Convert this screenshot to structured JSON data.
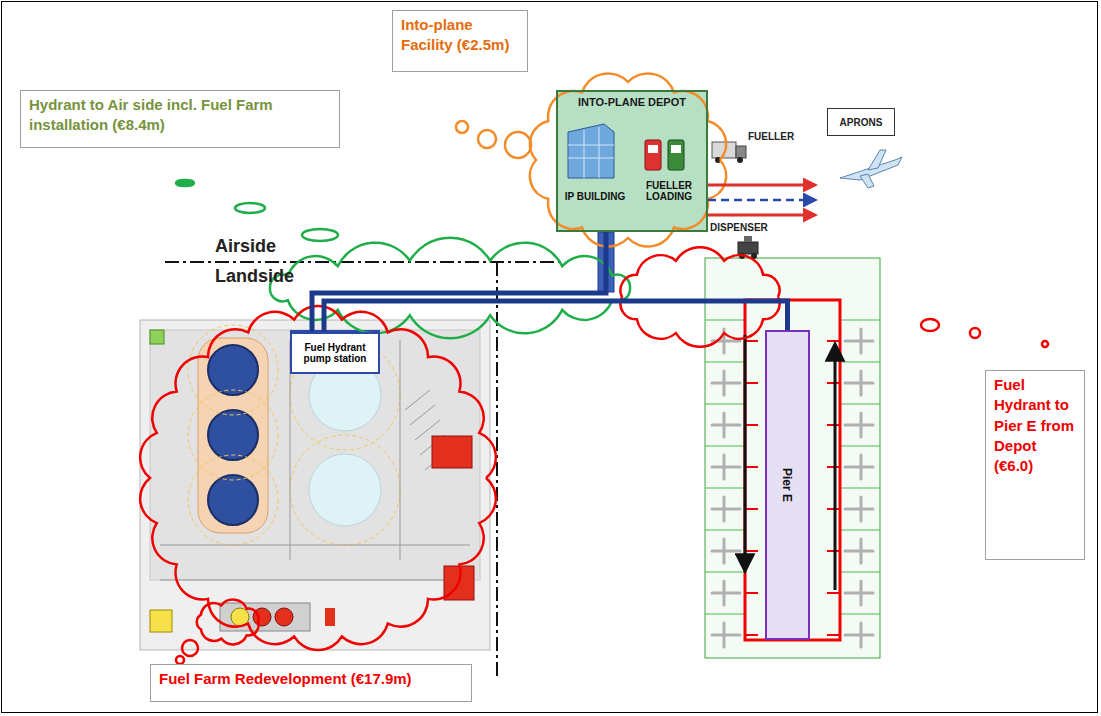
{
  "diagram": {
    "nodes": [
      {
        "text": [
          "Hydrant to Air side incl. Fuel Farm installation (€8.4m)"
        ]
      },
      {
        "text": [
          "Into-plane Facility (€2.5m)"
        ]
      },
      {
        "text": [
          "INTO-PLANE DEPOT"
        ]
      },
      {
        "text": [
          "IP BUILDING"
        ],
        "in": 2
      },
      {
        "text": [
          "FUELLER LOADING"
        ],
        "in": 2
      },
      {
        "text": [
          "APRONS"
        ]
      },
      {
        "text": [
          "Fuel Hydrant pump station"
        ]
      },
      {
        "text": [
          "Pier E"
        ]
      },
      {
        "text": [
          "Fuel Hydrant to Pier E from Depot (€6.0)"
        ]
      },
      {
        "text": [
          "Fuel Farm Redevelopment (€17.9m)"
        ]
      }
    ],
    "edges": [
      {
        "from": 2,
        "to": 5,
        "arrow": "to",
        "label": "FUELLER"
      },
      {
        "from": 2,
        "to": 5,
        "arrow": "to"
      },
      {
        "from": 2,
        "to": 5,
        "arrow": "to",
        "label": "DISPENSER"
      },
      {
        "from": 6,
        "to": 2,
        "arrow": "none"
      },
      {
        "from": 6,
        "to": 7,
        "arrow": "none"
      }
    ],
    "labels": [
      "Airside",
      "Landside"
    ]
  }
}
